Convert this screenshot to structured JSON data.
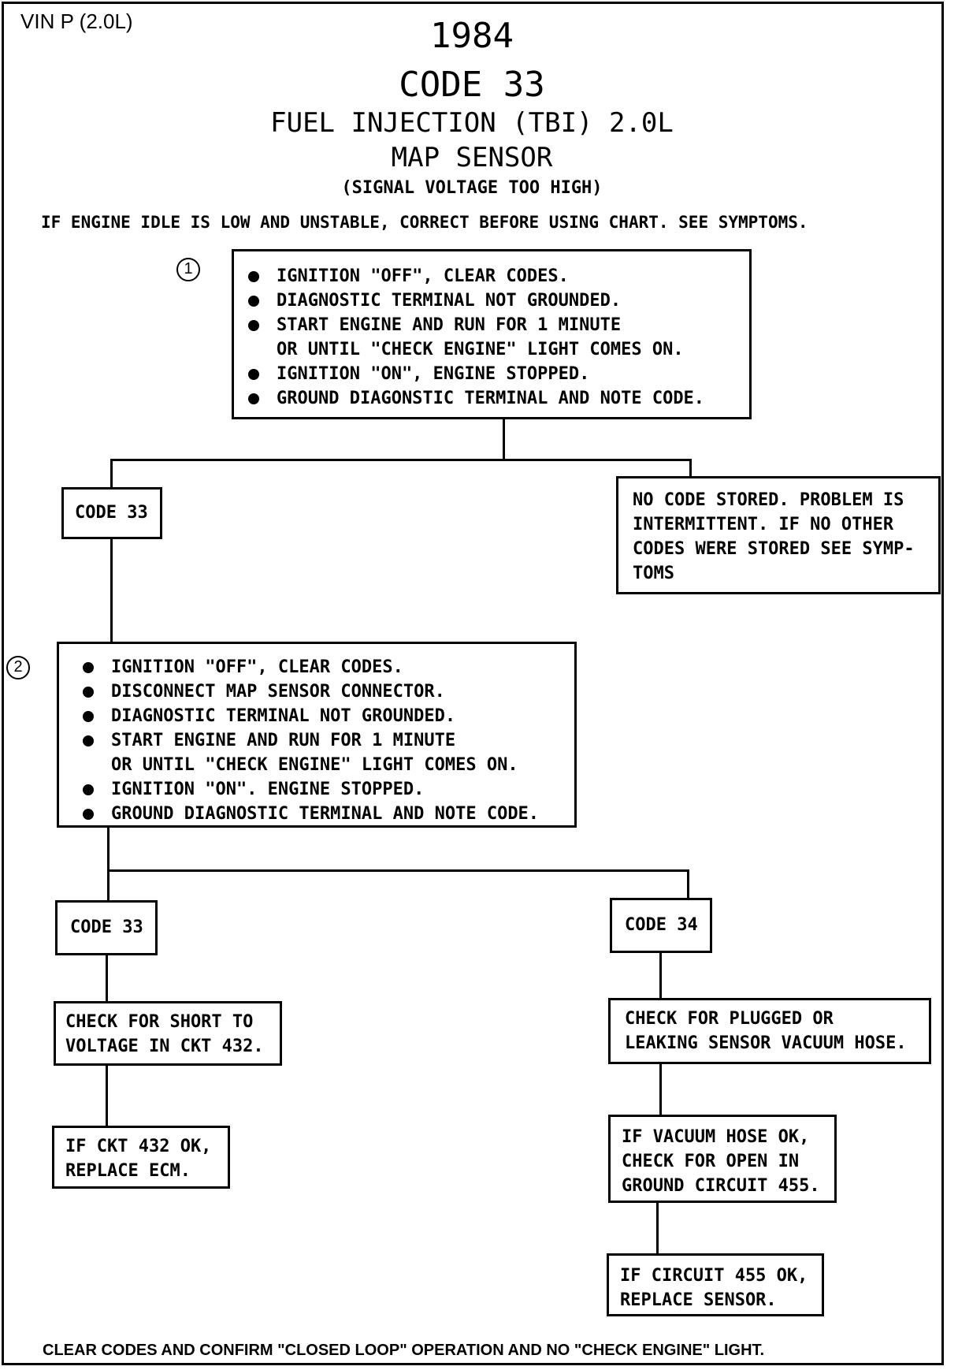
{
  "header": {
    "vin": "VIN P (2.0L)",
    "year": "1984",
    "code_title": "CODE 33",
    "subtitle_1": "FUEL INJECTION (TBI) 2.0L",
    "subtitle_2": "MAP SENSOR",
    "subtitle_3": "(SIGNAL VOLTAGE TOO HIGH)",
    "note": "IF ENGINE IDLE IS LOW AND UNSTABLE, CORRECT BEFORE USING CHART.  SEE SYMPTOMS."
  },
  "step1": {
    "marker": "1",
    "items": [
      "IGNITION \"OFF\", CLEAR CODES.",
      "DIAGNOSTIC TERMINAL NOT GROUNDED.",
      "START ENGINE AND RUN FOR 1 MINUTE\nOR UNTIL \"CHECK ENGINE\" LIGHT COMES ON.",
      "IGNITION \"ON\", ENGINE STOPPED.",
      "GROUND DIAGONSTIC TERMINAL AND NOTE CODE."
    ]
  },
  "branch1": {
    "code_label": "CODE 33",
    "no_code_text": "NO CODE STORED. PROBLEM IS\nINTERMITTENT.  IF NO OTHER\nCODES WERE STORED SEE SYMP-\nTOMS"
  },
  "step2": {
    "marker": "2",
    "items": [
      "IGNITION \"OFF\", CLEAR CODES.",
      "DISCONNECT MAP SENSOR CONNECTOR.",
      "DIAGNOSTIC TERMINAL NOT GROUNDED.",
      "START ENGINE AND RUN FOR 1 MINUTE\nOR UNTIL \"CHECK ENGINE\" LIGHT COMES ON.",
      "IGNITION \"ON\". ENGINE STOPPED.",
      "GROUND DIAGNOSTIC TERMINAL AND NOTE CODE."
    ]
  },
  "left_branch": {
    "code_label": "CODE 33",
    "check_text": "CHECK FOR SHORT TO\nVOLTAGE IN CKT 432.",
    "result_text": "IF CKT 432 OK,\nREPLACE ECM."
  },
  "right_branch": {
    "code_label": "CODE 34",
    "check_text": "CHECK FOR PLUGGED OR\nLEAKING SENSOR VACUUM HOSE.",
    "hose_ok_text": "IF VACUUM HOSE OK,\nCHECK FOR OPEN IN\nGROUND CIRCUIT 455.",
    "result_text": "IF CIRCUIT 455 OK,\nREPLACE SENSOR."
  },
  "footer": {
    "text": "CLEAR CODES AND CONFIRM \"CLOSED LOOP\" OPERATION AND NO \"CHECK ENGINE\" LIGHT."
  }
}
